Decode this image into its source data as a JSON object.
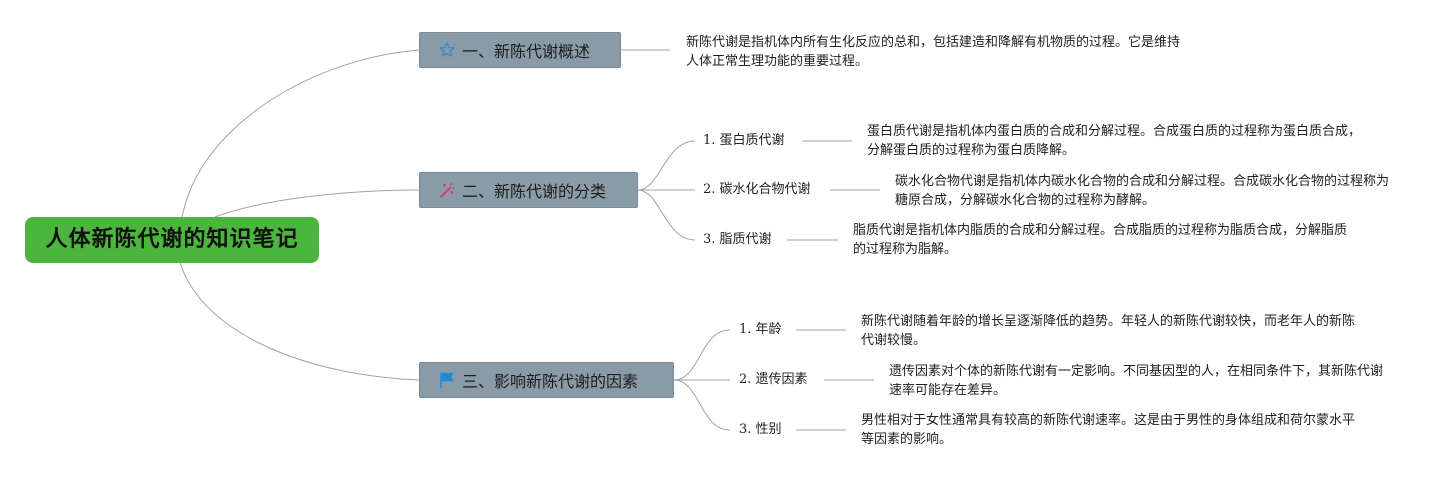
{
  "root": {
    "label": "人体新陈代谢的知识笔记"
  },
  "branches": [
    {
      "label": "一、新陈代谢概述",
      "icon": "star-icon",
      "icon_color": "#2a8fd6",
      "description": "新陈代谢是指机体内所有生化反应的总和，包括建造和降解有机物质的过程。它是维持人体正常生理功能的重要过程。"
    },
    {
      "label": "二、新陈代谢的分类",
      "icon": "sparkle-icon",
      "icon_color": "#d63a6a",
      "children": [
        {
          "label": "1. 蛋白质代谢",
          "description": "蛋白质代谢是指机体内蛋白质的合成和分解过程。合成蛋白质的过程称为蛋白质合成，分解蛋白质的过程称为蛋白质降解。"
        },
        {
          "label": "2. 碳水化合物代谢",
          "description": "碳水化合物代谢是指机体内碳水化合物的合成和分解过程。合成碳水化合物的过程称为糖原合成，分解碳水化合物的过程称为酵解。"
        },
        {
          "label": "3. 脂质代谢",
          "description": "脂质代谢是指机体内脂质的合成和分解过程。合成脂质的过程称为脂质合成，分解脂质的过程称为脂解。"
        }
      ]
    },
    {
      "label": "三、影响新陈代谢的因素",
      "icon": "flag-icon",
      "icon_color": "#1e8ad6",
      "children": [
        {
          "label": "1. 年龄",
          "description": "新陈代谢随着年龄的增长呈逐渐降低的趋势。年轻人的新陈代谢较快，而老年人的新陈代谢较慢。"
        },
        {
          "label": "2. 遗传因素",
          "description": "遗传因素对个体的新陈代谢有一定影响。不同基因型的人，在相同条件下，其新陈代谢速率可能存在差异。"
        },
        {
          "label": "3. 性别",
          "description": "男性相对于女性通常具有较高的新陈代谢速率。这是由于男性的身体组成和荷尔蒙水平等因素的影响。"
        }
      ]
    }
  ]
}
